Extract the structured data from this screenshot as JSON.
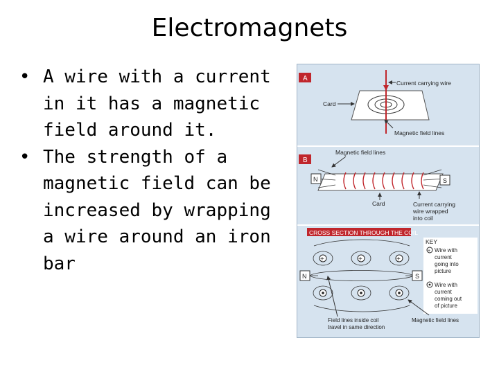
{
  "slide": {
    "title": "Electromagnets",
    "bullets": [
      "A wire with a current in it has a magnetic field around it.",
      "The strength of a magnetic field can be increased by wrapping a wire around an iron bar"
    ]
  },
  "figure": {
    "panel_a": {
      "tag": "A",
      "current_wire_label": "Current carrying wire",
      "card_label": "Card",
      "field_lines_label": "Magnetic field lines"
    },
    "panel_b": {
      "tag": "B",
      "field_lines_label": "Magnetic field lines",
      "north_label": "N",
      "south_label": "S",
      "card_label": "Card",
      "coil_label_1": "Current carrying",
      "coil_label_2": "wire wrapped",
      "coil_label_3": "into coil"
    },
    "cross_section": {
      "heading": "CROSS SECTION THROUGH THE COIL",
      "north_label": "N",
      "south_label": "S",
      "key_heading": "KEY",
      "key_into_1": "Wire with",
      "key_into_2": "current",
      "key_into_3": "going into",
      "key_into_4": "picture",
      "key_out_1": "Wire with",
      "key_out_2": "current",
      "key_out_3": "coming out",
      "key_out_4": "of picture",
      "inside_note_1": "Field lines inside coil",
      "inside_note_2": "travel in same direction",
      "field_lines_label": "Magnetic field lines"
    },
    "colors": {
      "panel_bg": "#d6e3ef",
      "tag_red": "#c0262c",
      "field_red": "#c0262c",
      "wire_dark": "#333333"
    }
  }
}
